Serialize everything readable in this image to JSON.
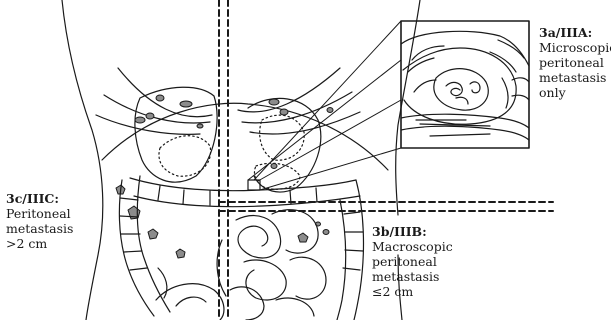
{
  "labels": {
    "stage_3a": {
      "title": "3a/IIIA:",
      "lines": [
        "Microscopic",
        "peritoneal",
        "metastasis",
        "only"
      ]
    },
    "stage_3b": {
      "title": "3b/IIIB:",
      "lines": [
        "Macroscopic",
        "peritoneal",
        "metastasis",
        "≤2 cm"
      ]
    },
    "stage_3c": {
      "title": "3c/IIIC:",
      "lines": [
        "Peritoneal",
        "metastasis",
        ">2 cm"
      ]
    }
  },
  "colors": {
    "ink": "#1a1a1a",
    "background": "#ffffff",
    "organ_fill": "#d9d9d9"
  }
}
